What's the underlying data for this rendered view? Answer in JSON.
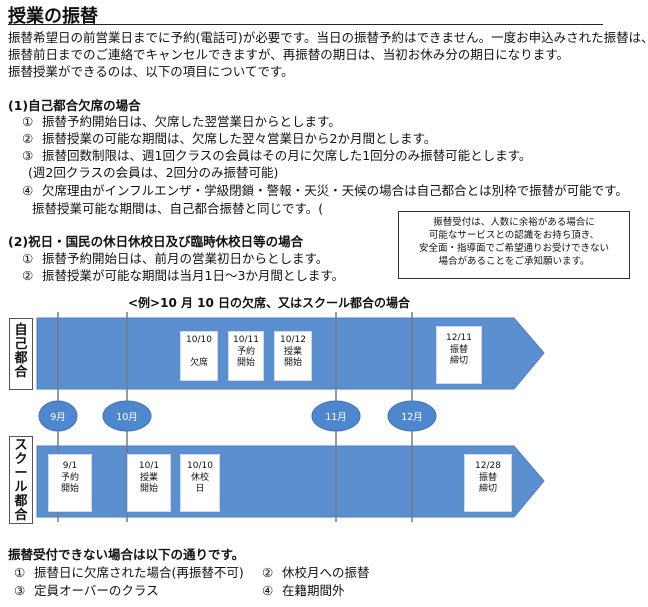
{
  "title": "授業の振替",
  "intro": [
    "振替希望日の前営業日までに予約(電話可)が必要です。当日の振替予約はできません。一度お申込みされた振替は、",
    "振替前日までのご連絡でキャンセルできますが、再振替の期日は、当初お休み分の期日になります。",
    "振替授業ができるのは、以下の項目についてです。"
  ],
  "section1": {
    "heading": "(1)自己都合欠席の場合",
    "items": [
      {
        "num": "①",
        "text": "振替予約開始日は、欠席した翌営業日からとします。"
      },
      {
        "num": "②",
        "text": "振替授業の可能な期間は、欠席した翌々営業日から2か月間とします。"
      },
      {
        "num": "③",
        "text": "振替回数制限は、週1回クラスの会員はその月に欠席した1回分のみ振替可能とします。"
      },
      {
        "num": "",
        "text": "(週2回クラスの会員は、2回分のみ振替可能)"
      },
      {
        "num": "④",
        "text": "欠席理由がインフルエンザ・学級閉鎖・警報・天災・天候の場合は自己都合とは別枠で振替が可能です。"
      },
      {
        "num": "",
        "text": "振替授業可能な期間は、自己都合振替と同じです。("
      }
    ]
  },
  "notice": [
    "振替受付は、人数に余裕がある場合に",
    "可能なサービスとの認識をお持ち頂き、",
    "安全面・指導面でご希望通りお受けできない",
    "場合があることをご承知願います。"
  ],
  "section2": {
    "heading": "(2)祝日・国民の休日休校日及び臨時休校日等の場合",
    "items": [
      {
        "num": "①",
        "text": "振替予約開始日は、前月の営業初日からとします。"
      },
      {
        "num": "②",
        "text": "振替授業が可能な期間は当月1日～3か月間とします。"
      }
    ]
  },
  "diagram": {
    "caption": "<例>10 月 10 日の欠席、又はスクール都合の場合",
    "row1_label": [
      "自",
      "己",
      "都",
      "合"
    ],
    "row2_label": [
      "ス",
      "ク",
      "ー",
      "ル",
      "都",
      "合"
    ],
    "months": [
      "9月",
      "10月",
      "11月",
      "12月"
    ],
    "row1_boxes": [
      {
        "lines": [
          "10/10",
          "",
          "欠席"
        ]
      },
      {
        "lines": [
          "10/11",
          "予約",
          "開始"
        ]
      },
      {
        "lines": [
          "10/12",
          "授業",
          "開始"
        ]
      },
      {
        "lines": [
          "12/11",
          "振替",
          "締切"
        ]
      }
    ],
    "row2_boxes": [
      {
        "lines": [
          "9/1",
          "予約",
          "開始"
        ]
      },
      {
        "lines": [
          "10/1",
          "授業",
          "開始"
        ]
      },
      {
        "lines": [
          "10/10",
          "休校",
          "日"
        ]
      },
      {
        "lines": [
          "12/28",
          "振替",
          "締切"
        ]
      }
    ],
    "colors": {
      "arrow": "#5b8fd0",
      "arrow_border": "#4a7fc0",
      "month_oval": "#4f87cf",
      "line": "#7a7a7a"
    }
  },
  "footer": {
    "heading": "振替受付できない場合は以下の通りです。",
    "items": [
      {
        "num": "①",
        "text": "振替日に欠席された場合(再振替不可)"
      },
      {
        "num": "②",
        "text": "休校月への振替"
      },
      {
        "num": "③",
        "text": "定員オーバーのクラス"
      },
      {
        "num": "④",
        "text": "在籍期間外"
      }
    ]
  }
}
